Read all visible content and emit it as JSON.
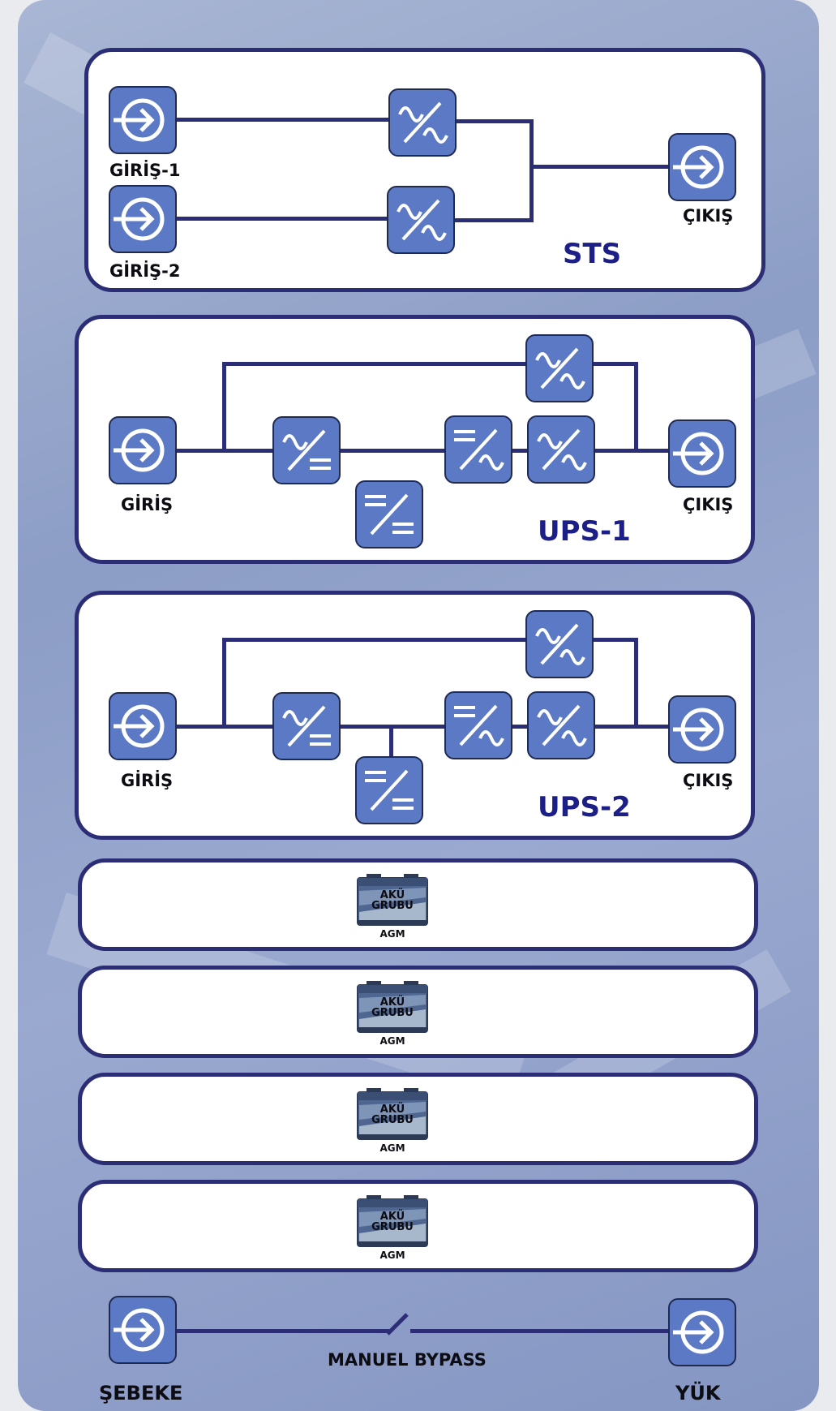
{
  "sts": {
    "title": "STS",
    "input1_label": "GİRİŞ-1",
    "input2_label": "GİRİŞ-2",
    "output_label": "ÇIKIŞ"
  },
  "ups1": {
    "title": "UPS-1",
    "input_label": "GİRİŞ",
    "output_label": "ÇIKIŞ"
  },
  "ups2": {
    "title": "UPS-2",
    "input_label": "GİRİŞ",
    "output_label": "ÇIKIŞ"
  },
  "batteries": [
    {
      "text_line1": "AKÜ",
      "text_line2": "GRUBU",
      "type": "AGM"
    },
    {
      "text_line1": "AKÜ",
      "text_line2": "GRUBU",
      "type": "AGM"
    },
    {
      "text_line1": "AKÜ",
      "text_line2": "GRUBU",
      "type": "AGM"
    },
    {
      "text_line1": "AKÜ",
      "text_line2": "GRUBU",
      "type": "AGM"
    }
  ],
  "bypass": {
    "source_label": "ŞEBEKE",
    "load_label": "YÜK",
    "switch_label": "MANUEL BYPASS"
  },
  "colors": {
    "frame": "#2b2d75",
    "node_fill": "#5b79c4",
    "title_text": "#1c1f87"
  }
}
